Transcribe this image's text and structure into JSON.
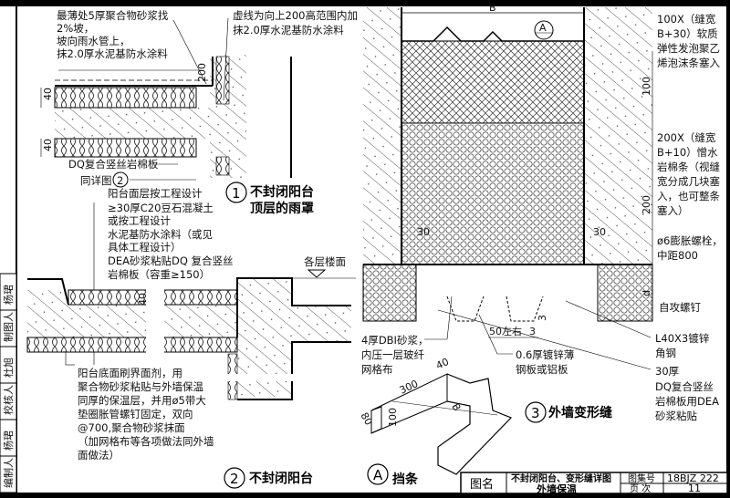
{
  "detail1": {
    "note_left": [
      "最薄处5厚聚合物砂浆找",
      "2%坡，",
      "坡向雨水管上，",
      "抹2.0厚水泥基防水涂料"
    ],
    "note_right": [
      "虚线为向上200高范围内加",
      "抹2.0厚水泥基防水涂料"
    ],
    "dim_200": "200",
    "dim_40a": "40",
    "dim_40b": "40",
    "board_label": "DQ复合竖丝岩棉板",
    "ref_label": "同详图",
    "ref_num": "2",
    "num": "1",
    "title": [
      "不封闭阳台",
      "顶层的雨罩"
    ]
  },
  "detail2": {
    "notes_top": [
      "阳台面层按工程设计",
      "≥30厚C20豆石混凝土",
      "或按工程设计",
      "水泥基防水涂料（或见",
      "具体工程设计）",
      "DEA砂浆粘贴DQ 复合竖丝",
      "岩棉板（容重≥150）"
    ],
    "floor_label": "各层楼面",
    "dim_40": "40",
    "notes_bottom": [
      "阳台底面刷界面剂，用",
      "聚合物砂浆粘贴与外墙保温",
      "同厚的保温层，并用ø5带大",
      "垫圈胀管螺钉固定，双向",
      "@700,聚合物砂浆抹面",
      "（加网格布等各项做法同外墙",
      "面做法）"
    ],
    "num": "2",
    "title": "不封闭阳台"
  },
  "detail3": {
    "dim_B": "B",
    "callout_A": "A",
    "note1": [
      "100X（缝宽",
      "B+30）软质",
      "弹性发泡聚乙",
      "烯泡沫条塞入"
    ],
    "dim_100": "100",
    "note2": [
      "200X（缝宽",
      "B+10）憎水",
      "岩棉条（视缝",
      "宽分成几块塞",
      "入，也可整条",
      "塞入）"
    ],
    "dim_200": "200",
    "dim_30a": "30",
    "dim_30b": "30",
    "note3": [
      "ø6膨胀螺栓，",
      "中距800"
    ],
    "dim_d": "d",
    "note4": "自攻螺钉",
    "note5": [
      "L40X3镀锌",
      "角钢"
    ],
    "note6": [
      "30厚",
      "DQ复合竖丝",
      "岩棉板用DEA",
      "砂浆粘贴"
    ],
    "note7": [
      "4厚DBI砂浆，",
      "内压一层玻纤",
      "网格布"
    ],
    "note8": [
      "0.6厚镀锌薄",
      "钢板或铝板"
    ],
    "dim_50": "50左右",
    "dim_3": "3",
    "dim_3b": "3",
    "num": "3",
    "title": "外墙变形缝"
  },
  "detailA": {
    "dims": {
      "d300": "300",
      "d40": "40",
      "d80": "80",
      "d100": "100",
      "dB": "B"
    },
    "num": "A",
    "title": "挡条"
  },
  "title_block": {
    "name_label": "图名",
    "name_line1": "不封闭阳台、变形缝详图",
    "name_line2": "外墙保温",
    "atlas_label": "图集号",
    "atlas_value": "18BJZ 222",
    "page_label": "页 次",
    "page_value": "11"
  },
  "side_strip": [
    "编制人",
    "杨珺",
    "校核人",
    "杜旭",
    "制图人",
    "杨珺"
  ]
}
